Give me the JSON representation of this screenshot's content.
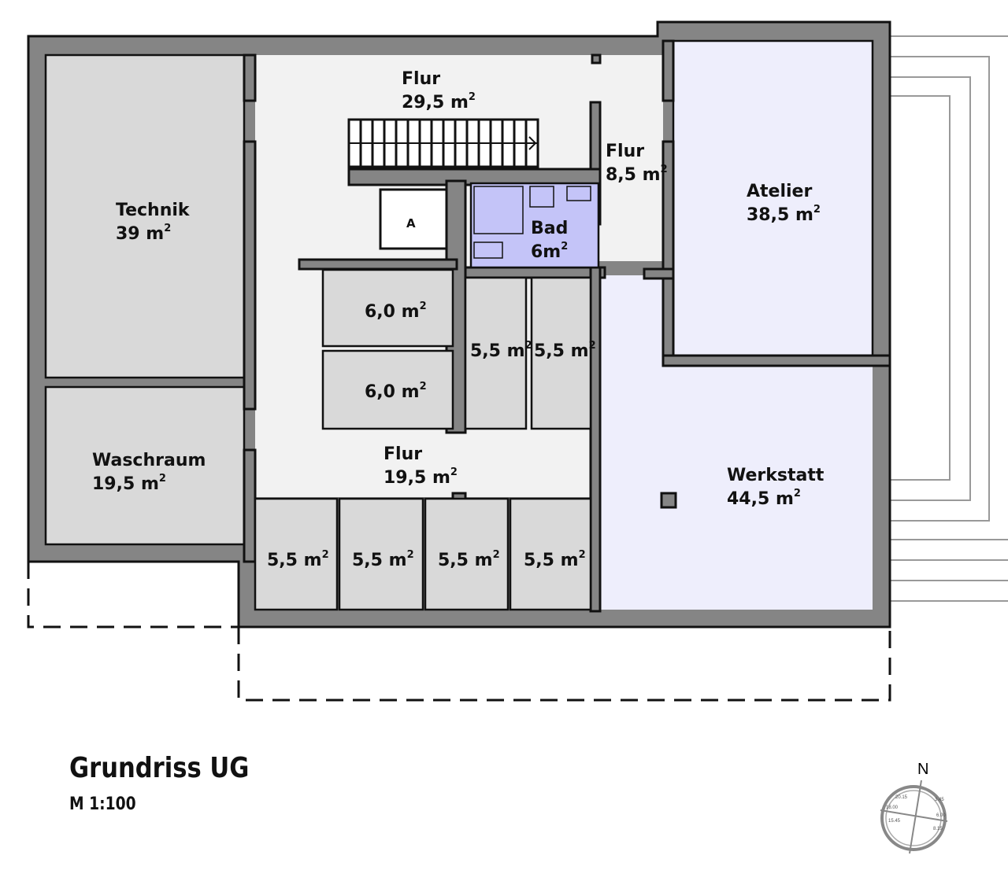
{
  "title": "Grundriss UG",
  "scale": "M 1:100",
  "colors": {
    "wall": "#858585",
    "room": "#d9d9d9",
    "corridor": "#f2f2f2",
    "studio": "#eeeefc",
    "bath": "#c4c4f8"
  },
  "rooms": {
    "flur_top": {
      "name": "Flur",
      "area": "29,5 m",
      "unit_sup": "2"
    },
    "flur_side": {
      "name": "Flur",
      "area": "8,5 m",
      "unit_sup": "2"
    },
    "flur_mid": {
      "name": "Flur",
      "area": "19,5 m",
      "unit_sup": "2"
    },
    "technik": {
      "name": "Technik",
      "area": "39 m",
      "unit_sup": "2"
    },
    "waschraum": {
      "name": "Waschraum",
      "area": "19,5 m",
      "unit_sup": "2"
    },
    "atelier": {
      "name": "Atelier",
      "area": "38,5 m",
      "unit_sup": "2"
    },
    "werkstatt": {
      "name": "Werkstatt",
      "area": "44,5 m",
      "unit_sup": "2"
    },
    "bad": {
      "name": "Bad",
      "area": "6m",
      "unit_sup": "2"
    },
    "lift": {
      "name": "A"
    },
    "storage": [
      {
        "area": "6,0 m",
        "unit_sup": "2"
      },
      {
        "area": "6,0 m",
        "unit_sup": "2"
      },
      {
        "area": "5,5 m",
        "unit_sup": "2"
      },
      {
        "area": "5,5 m",
        "unit_sup": "2"
      },
      {
        "area": "5,5 m",
        "unit_sup": "2"
      },
      {
        "area": "5,5 m",
        "unit_sup": "2"
      },
      {
        "area": "5,5 m",
        "unit_sup": "2"
      },
      {
        "area": "5,5 m",
        "unit_sup": "2"
      }
    ]
  },
  "compass": {
    "north": "N",
    "times": [
      "20.15",
      "18.00",
      "15.45",
      "3.45",
      "6.00",
      "8.15"
    ]
  }
}
